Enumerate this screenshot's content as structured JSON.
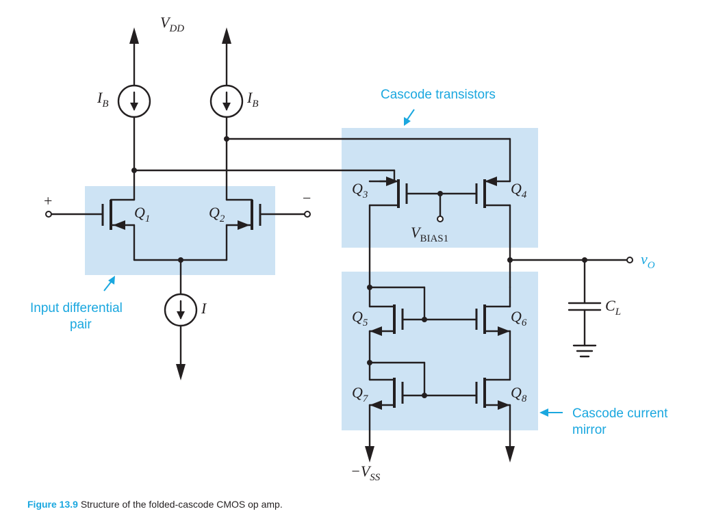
{
  "caption": {
    "figure_number": "Figure 13.9",
    "text": "Structure of the folded-cascode CMOS op amp."
  },
  "callouts": {
    "cascode_transistors": "Cascode transistors",
    "input_pair_line1": "Input differential",
    "input_pair_line2": "pair",
    "mirror_line1": "Cascode current",
    "mirror_line2": "mirror"
  },
  "labels": {
    "vdd": {
      "main": "V",
      "sub": "DD"
    },
    "vss": {
      "main": "−V",
      "sub": "SS"
    },
    "ib_left": {
      "main": "I",
      "sub": "B"
    },
    "ib_right": {
      "main": "I",
      "sub": "B"
    },
    "i_tail": "I",
    "plus": "+",
    "minus": "−",
    "vbias": {
      "main": "V",
      "sub": "BIAS1"
    },
    "vo": {
      "main": "v",
      "sub": "O"
    },
    "cl": {
      "main": "C",
      "sub": "L"
    },
    "q1": {
      "main": "Q",
      "sub": "1"
    },
    "q2": {
      "main": "Q",
      "sub": "2"
    },
    "q3": {
      "main": "Q",
      "sub": "3"
    },
    "q4": {
      "main": "Q",
      "sub": "4"
    },
    "q5": {
      "main": "Q",
      "sub": "5"
    },
    "q6": {
      "main": "Q",
      "sub": "6"
    },
    "q7": {
      "main": "Q",
      "sub": "7"
    },
    "q8": {
      "main": "Q",
      "sub": "8"
    }
  },
  "colors": {
    "highlight_box": "#cde3f4",
    "callout_text": "#1aa7df",
    "wire": "#231f20"
  }
}
